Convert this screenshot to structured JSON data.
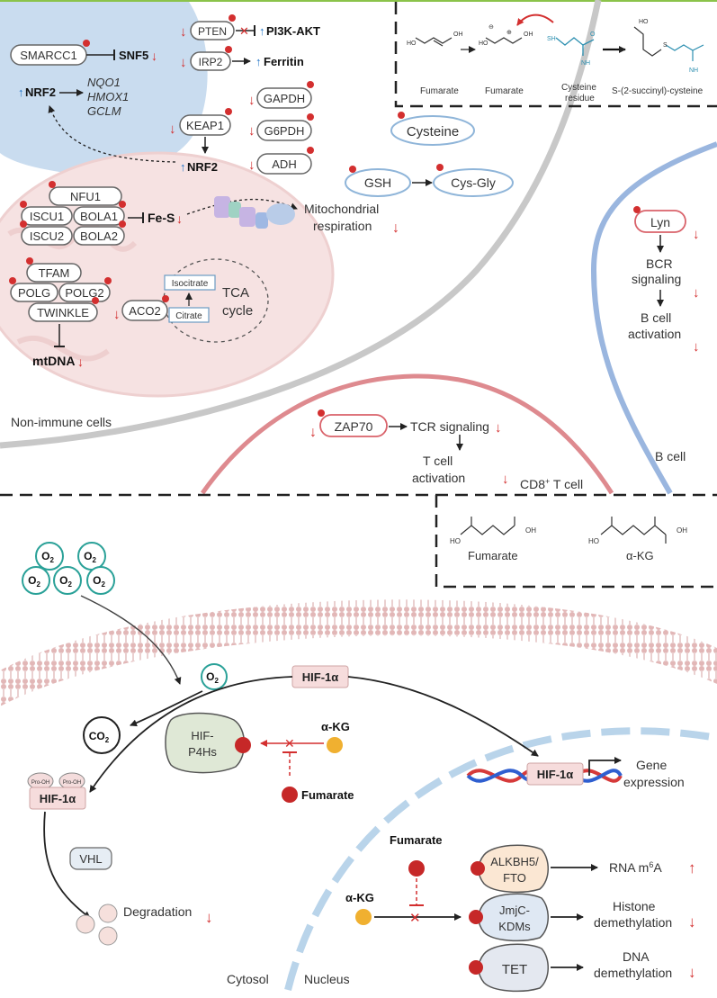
{
  "colors": {
    "red": "#d32f2f",
    "blue_arrow": "#1f73c8",
    "nucleus_blue": "#9cc3e0",
    "membrane": "#e4b4b4",
    "mito": "#f4dede",
    "nucleus_cell": "#c9dcef",
    "cd8_red": "#d9626a",
    "bcell_blue": "#7fa3d6",
    "teal": "#2aa198"
  },
  "top": {
    "smarcc1": "SMARCC1",
    "snf5": "SNF5",
    "nrf2_nuc": "NRF2",
    "nqo1": "NQO1",
    "hmox1": "HMOX1",
    "gclm": "GCLM",
    "pten": "PTEN",
    "pi3k": "PI3K-AKT",
    "irp2": "IRP2",
    "ferritin": "Ferritin",
    "keap1": "KEAP1",
    "nrf2": "NRF2",
    "gapdh": "GAPDH",
    "g6pdh": "G6PDH",
    "adh": "ADH",
    "nfu1": "NFU1",
    "iscu1": "ISCU1",
    "bola1": "BOLA1",
    "iscu2": "ISCU2",
    "bola2": "BOLA2",
    "fes": "Fe-S",
    "mito_resp_1": "Mitochondrial",
    "mito_resp_2": "respiration",
    "tfam": "TFAM",
    "polg": "POLG",
    "polg2": "POLG2",
    "twinkle": "TWINKLE",
    "mtdna": "mtDNA",
    "isocitrate": "Isocitrate",
    "citrate": "Citrate",
    "aco2": "ACO2",
    "tca1": "TCA",
    "tca2": "cycle",
    "gsh": "GSH",
    "cysgly": "Cys-Gly",
    "cysteine": "Cysteine",
    "nonimmune": "Non-immune cells",
    "zap70": "ZAP70",
    "tcr": "TCR signaling",
    "tcell1": "T cell",
    "tcell2": "activation",
    "cd8": "CD8",
    "cd8_sup": "+",
    "cd8_rest": " T cell",
    "lyn": "Lyn",
    "bcr1": "BCR",
    "bcr2": "signaling",
    "bact1": "B cell",
    "bact2": "activation",
    "bcell": "B cell",
    "scheme_fumarate1": "Fumarate",
    "scheme_fumarate2": "Fumarate",
    "scheme_cys1": "Cysteine",
    "scheme_cys2": "residue",
    "scheme_s2sc": "S-(2-succinyl)-cysteine",
    "struct_fumarate": "Fumarate",
    "struct_akg": "α-KG"
  },
  "bottom": {
    "o2": "O",
    "o2_sub": "2",
    "co2": "CO",
    "co2_sub": "2",
    "hif1a": "HIF-1α",
    "hif1a_b": "HIF-1α",
    "hif1a_c": "HIF-1α",
    "prooh": "Pro-OH",
    "hifp4h1": "HIF-",
    "hifp4h2": "P4Hs",
    "akg": "α-KG",
    "fumarate": "Fumarate",
    "fumarate2": "Fumarate",
    "akg2": "α-KG",
    "vhl": "VHL",
    "degradation": "Degradation",
    "gene1": "Gene",
    "gene2": "expression",
    "alkbh1": "ALKBH5/",
    "alkbh2": "FTO",
    "rna": "RNA m",
    "rna_sup": "6",
    "rna_end": "A",
    "jmjc1": "JmjC-",
    "jmjc2": "KDMs",
    "histone1": "Histone",
    "histone2": "demethylation",
    "tet": "TET",
    "dna1": "DNA",
    "dna2": "demethylation",
    "cytosol": "Cytosol",
    "nucleus": "Nucleus"
  }
}
